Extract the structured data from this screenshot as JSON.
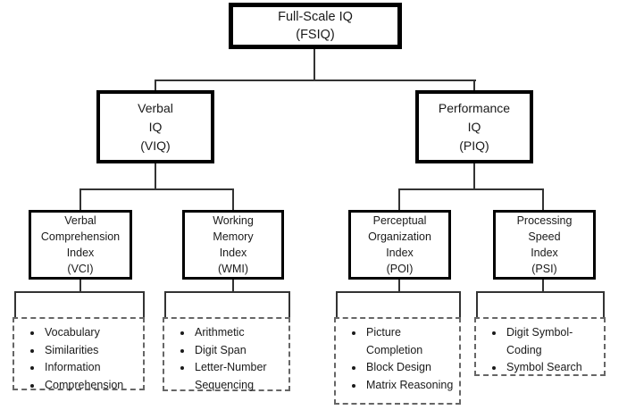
{
  "title": "WAIS IQ index structure diagram",
  "colors": {
    "background": "#ffffff",
    "box_border": "#000000",
    "connector": "#333333",
    "dashed_border": "#666666",
    "text": "#1a1a1a"
  },
  "nodes": {
    "fsiq": {
      "lines": [
        "Full-Scale IQ",
        "(FSIQ)"
      ],
      "label": "Full-Scale IQ (FSIQ)"
    },
    "viq": {
      "lines": [
        "Verbal",
        "IQ",
        "(VIQ)"
      ],
      "label": "Verbal IQ (VIQ)"
    },
    "piq": {
      "lines": [
        "Performance",
        "IQ",
        "(PIQ)"
      ],
      "label": "Performance IQ (PIQ)"
    },
    "vci": {
      "lines": [
        "Verbal",
        "Comprehension",
        "Index",
        "(VCI)"
      ],
      "label": "Verbal Comprehension Index (VCI)"
    },
    "wmi": {
      "lines": [
        "Working",
        "Memory",
        "Index",
        "(WMI)"
      ],
      "label": "Working Memory Index (WMI)"
    },
    "poi": {
      "lines": [
        "Perceptual",
        "Organization",
        "Index",
        "(POI)"
      ],
      "label": "Perceptual Organization Index (POI)"
    },
    "psi": {
      "lines": [
        "Processing",
        "Speed",
        "Index",
        "(PSI)"
      ],
      "label": "Processing Speed Index (PSI)"
    }
  },
  "subtests": {
    "vci": [
      "Vocabulary",
      "Similarities",
      "Information",
      "Comprehension"
    ],
    "wmi": [
      "Arithmetic",
      "Digit Span",
      "Letter-Number Sequencing"
    ],
    "poi": [
      "Picture Completion",
      "Block Design",
      "Matrix Reasoning"
    ],
    "psi": [
      "Digit Symbol-Coding",
      "Symbol Search"
    ]
  }
}
